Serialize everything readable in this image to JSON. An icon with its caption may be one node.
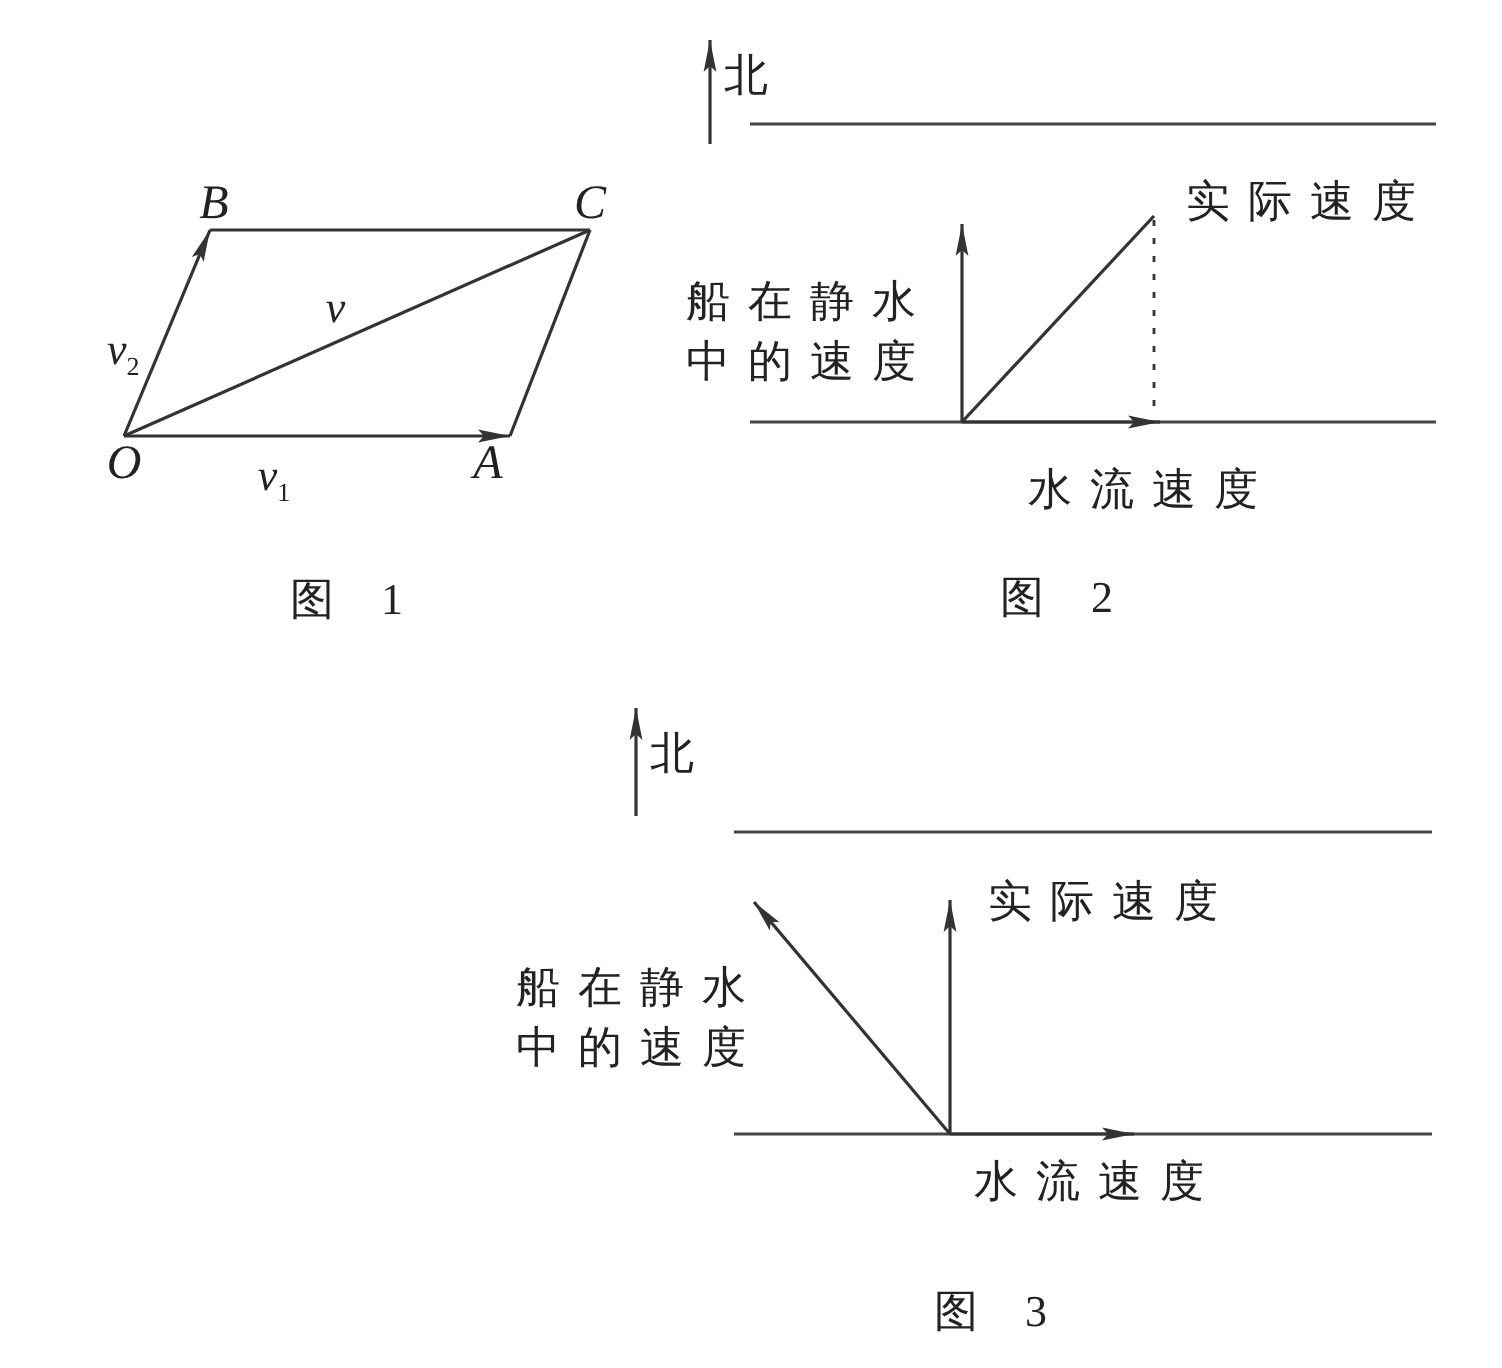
{
  "diagram": {
    "nodes": [
      {
        "text": [
          "B"
        ]
      },
      {
        "text": [
          "C"
        ]
      },
      {
        "text": [
          "O"
        ]
      },
      {
        "text": [
          "A"
        ]
      }
    ],
    "edges": [
      {
        "from": 2,
        "to": 3,
        "arrow": "to",
        "label": "v$_{1}$"
      },
      {
        "from": 2,
        "to": 0,
        "arrow": "to",
        "label": "v$_{2}$"
      },
      {
        "from": 2,
        "to": 1,
        "arrow": "none",
        "label": "v"
      },
      {
        "from": 0,
        "to": 1,
        "arrow": "none"
      },
      {
        "from": 3,
        "to": 1,
        "arrow": "none"
      }
    ],
    "labels": [
      "北",
      "实际速度",
      "船在静水中的速度",
      "水流速度",
      "图 1",
      "图 2",
      "北",
      "实际速度",
      "船在静水中的速度",
      "水流速度",
      "图 3"
    ]
  }
}
